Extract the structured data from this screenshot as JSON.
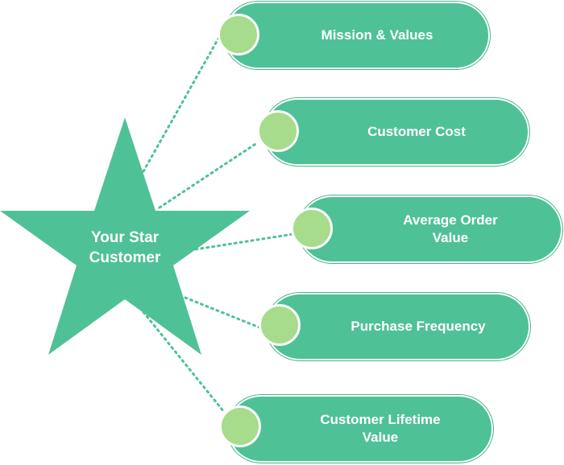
{
  "center": {
    "label": "Your Star\nCustomer"
  },
  "nodes": [
    {
      "label": "Mission & Values"
    },
    {
      "label": "Customer Cost"
    },
    {
      "label": "Average Order\nValue"
    },
    {
      "label": "Purchase Frequency"
    },
    {
      "label": "Customer Lifetime\nValue"
    }
  ],
  "colors": {
    "pill": "#4fc197",
    "star": "#4fc197",
    "dot": "#a6dc8b",
    "connector": "#4fc197"
  }
}
